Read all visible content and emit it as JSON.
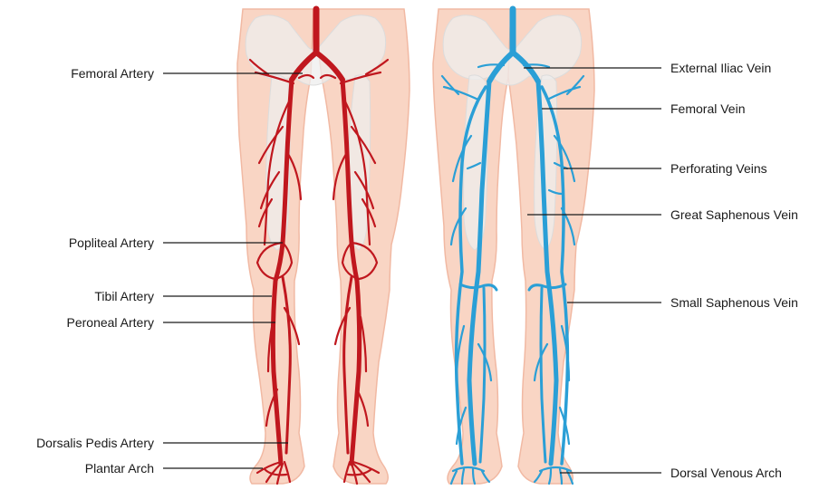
{
  "colors": {
    "skin": "#f9d5c4",
    "skin_edge": "#f1b9a3",
    "bone": "#eeeeee",
    "artery": "#c0171e",
    "artery_dark": "#8d0f14",
    "vein": "#2a9fd6",
    "vein_dark": "#1677a8",
    "leader": "#1a1a1a"
  },
  "arteries_panel": {
    "labels": {
      "femoral": "Femoral Artery",
      "popliteal": "Popliteal Artery",
      "tibil": "Tibil Artery",
      "peroneal": "Peroneal Artery",
      "dorsalis_pedis": "Dorsalis Pedis Artery",
      "plantar_arch": "Plantar Arch"
    }
  },
  "veins_panel": {
    "labels": {
      "external_iliac": "External Iliac Vein",
      "femoral": "Femoral Vein",
      "perforating": "Perforating Veins",
      "great_saphenous": "Great Saphenous Vein",
      "small_saphenous": "Small Saphenous Vein",
      "dorsal_venous_arch": "Dorsal Venous Arch"
    }
  }
}
